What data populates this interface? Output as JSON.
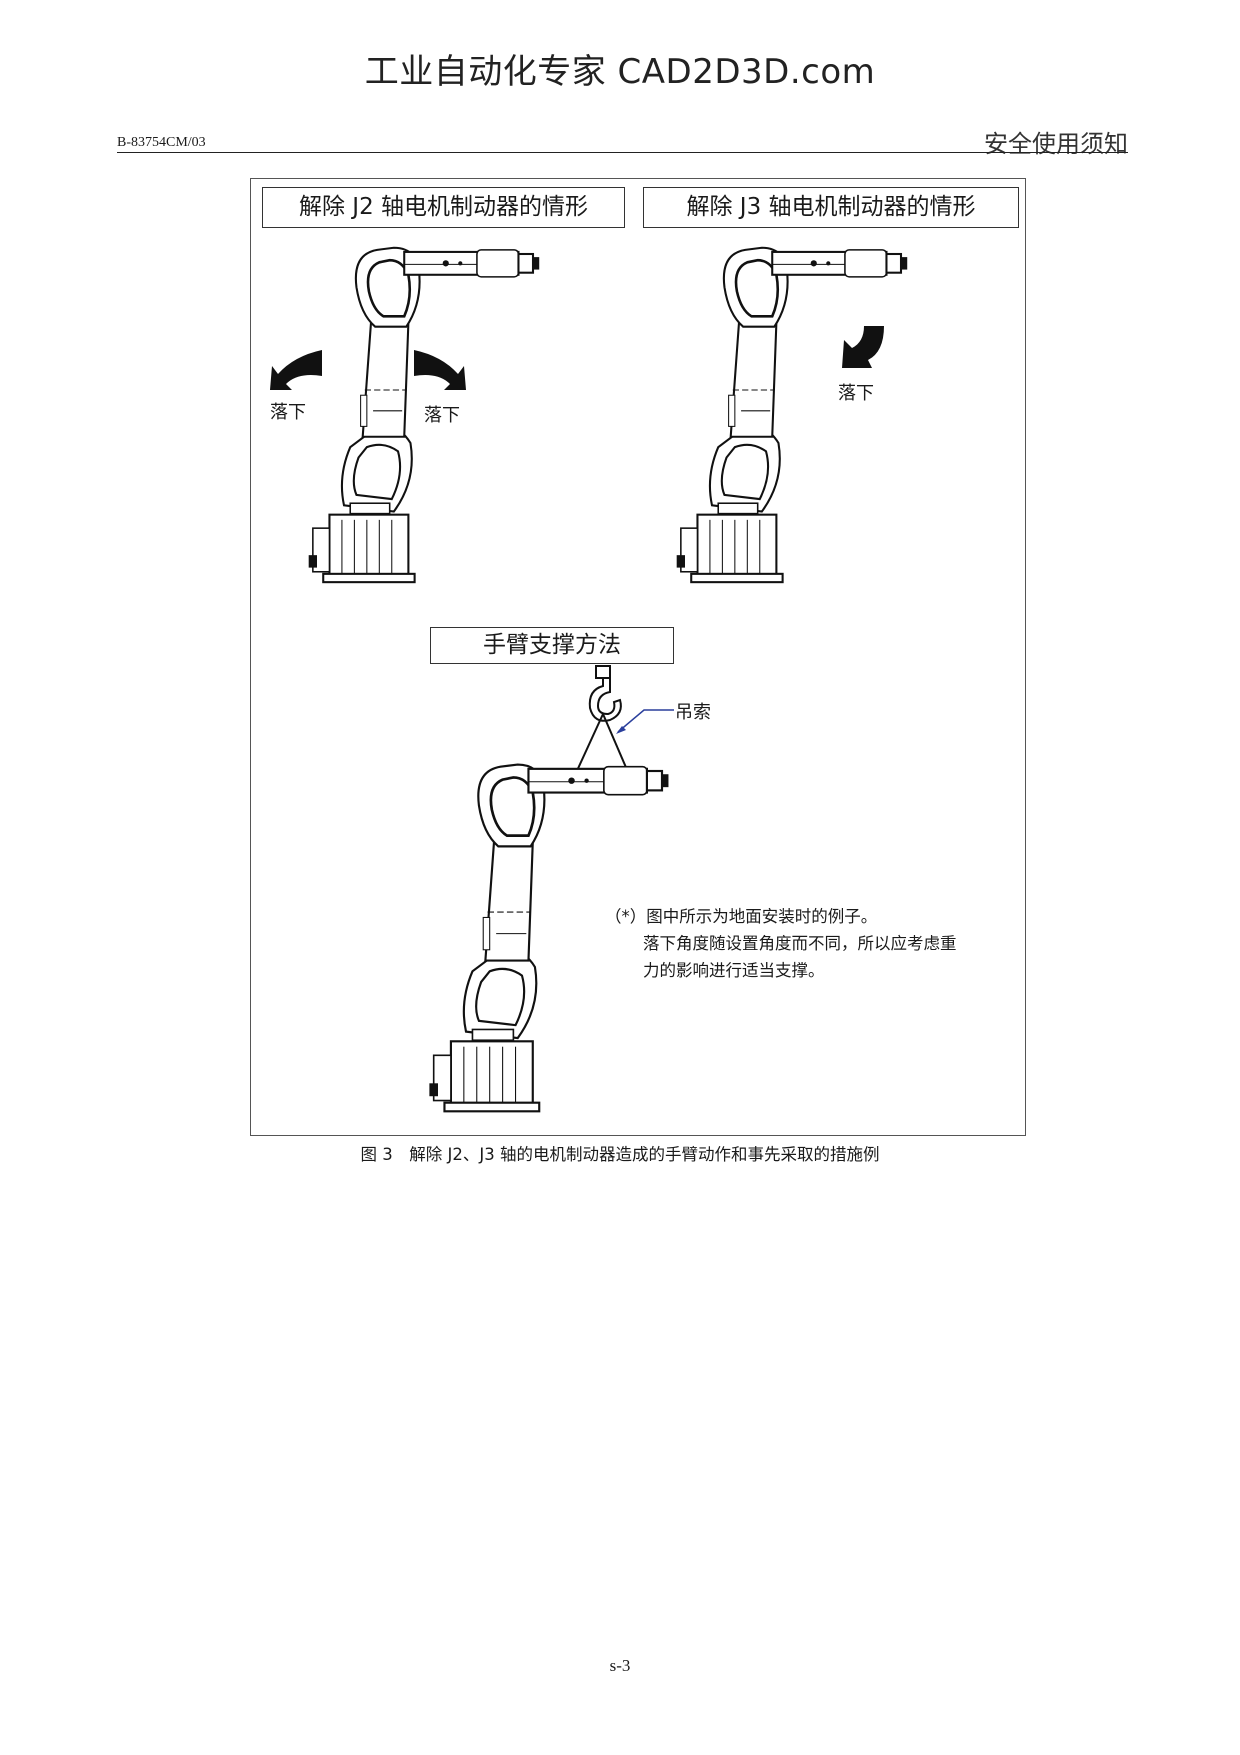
{
  "watermark": "工业自动化专家 CAD2D3D.com",
  "header": {
    "doc_code": "B-83754CM/03",
    "section_title": "安全使用须知"
  },
  "figure": {
    "panel_j2_title": "解除 J2 轴电机制动器的情形",
    "panel_j3_title": "解除 J3 轴电机制动器的情形",
    "panel_support_title": "手臂支撑方法",
    "fall_label": "落下",
    "sling_label": "吊索",
    "note_lines": [
      "（*）图中所示为地面安装时的例子。",
      "落下角度随设置角度而不同，所以应考虑重",
      "力的影响进行适当支撑。"
    ]
  },
  "caption": "图 3　解除 J2、J3 轴的电机制动器造成的手臂动作和事先采取的措施例",
  "page_number": "s-3"
}
